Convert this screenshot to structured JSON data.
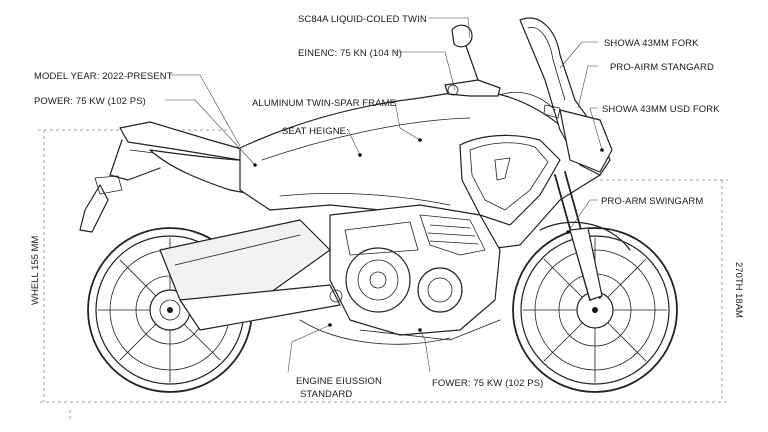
{
  "labels": {
    "engine_top": "SC84A LIQUID-COLED TWIN",
    "torque": "EINENC: 75 KN (104 N)",
    "model_year": "MODEL YEAR: 2022-PRESENT",
    "power_left": "POWER: 75 KW (102 PS)",
    "frame": "ALUMINUM TWIN-SPAR FRAME",
    "seat": "SEAT HEIGNE:",
    "fork_top": "SHOWA 43MM FORK",
    "pro_arm": "PRO-AIRM STANGARD",
    "fork_usd": "SHOWA 43MM USD FORK",
    "swingarm": "PRO-ARM SWINGARM",
    "engine_emission_1": "ENGINE EIUSSION",
    "engine_emission_2": "STANDARD",
    "power_bottom": "FOWER: 75 KW (102 PS)",
    "wheelbase_left": "WHELL 155 MM",
    "height_right": "270TH 18AM"
  }
}
